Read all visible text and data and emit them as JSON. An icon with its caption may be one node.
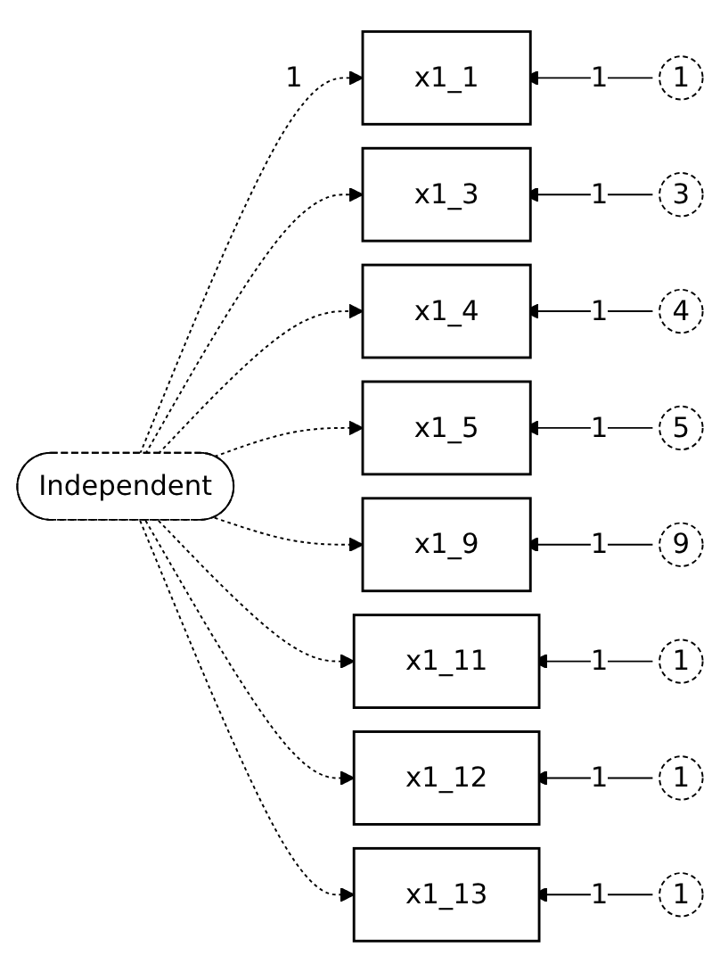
{
  "diagram": {
    "nodes": [
      {
        "text": [
          "Independent"
        ]
      },
      {
        "text": [
          "x1_1"
        ]
      },
      {
        "text": [
          "x1_3"
        ]
      },
      {
        "text": [
          "x1_4"
        ]
      },
      {
        "text": [
          "x1_5"
        ]
      },
      {
        "text": [
          "x1_9"
        ]
      },
      {
        "text": [
          "x1_11"
        ]
      },
      {
        "text": [
          "x1_12"
        ]
      },
      {
        "text": [
          "x1_13"
        ]
      },
      {
        "text": [
          "1"
        ]
      },
      {
        "text": [
          "3"
        ]
      },
      {
        "text": [
          "4"
        ]
      },
      {
        "text": [
          "5"
        ]
      },
      {
        "text": [
          "9"
        ]
      },
      {
        "text": [
          "1"
        ]
      },
      {
        "text": [
          "1"
        ]
      },
      {
        "text": [
          "1"
        ]
      }
    ],
    "edges": [
      {
        "from": 0,
        "to": 1,
        "arrow": "to",
        "label": "1",
        "style": "dashed"
      },
      {
        "from": 0,
        "to": 2,
        "arrow": "to",
        "style": "dashed"
      },
      {
        "from": 0,
        "to": 3,
        "arrow": "to",
        "style": "dashed"
      },
      {
        "from": 0,
        "to": 4,
        "arrow": "to",
        "style": "dashed"
      },
      {
        "from": 0,
        "to": 5,
        "arrow": "to",
        "style": "dashed"
      },
      {
        "from": 0,
        "to": 6,
        "arrow": "to",
        "style": "dashed"
      },
      {
        "from": 0,
        "to": 7,
        "arrow": "to",
        "style": "dashed"
      },
      {
        "from": 0,
        "to": 8,
        "arrow": "to",
        "style": "dashed"
      },
      {
        "from": 9,
        "to": 1,
        "arrow": "to",
        "label": "1"
      },
      {
        "from": 10,
        "to": 2,
        "arrow": "to",
        "label": "1"
      },
      {
        "from": 11,
        "to": 3,
        "arrow": "to",
        "label": "1"
      },
      {
        "from": 12,
        "to": 4,
        "arrow": "to",
        "label": "1"
      },
      {
        "from": 13,
        "to": 5,
        "arrow": "to",
        "label": "1"
      },
      {
        "from": 14,
        "to": 6,
        "arrow": "to",
        "label": "1"
      },
      {
        "from": 15,
        "to": 7,
        "arrow": "to",
        "label": "1"
      },
      {
        "from": 16,
        "to": 8,
        "arrow": "to",
        "label": "1"
      }
    ]
  }
}
